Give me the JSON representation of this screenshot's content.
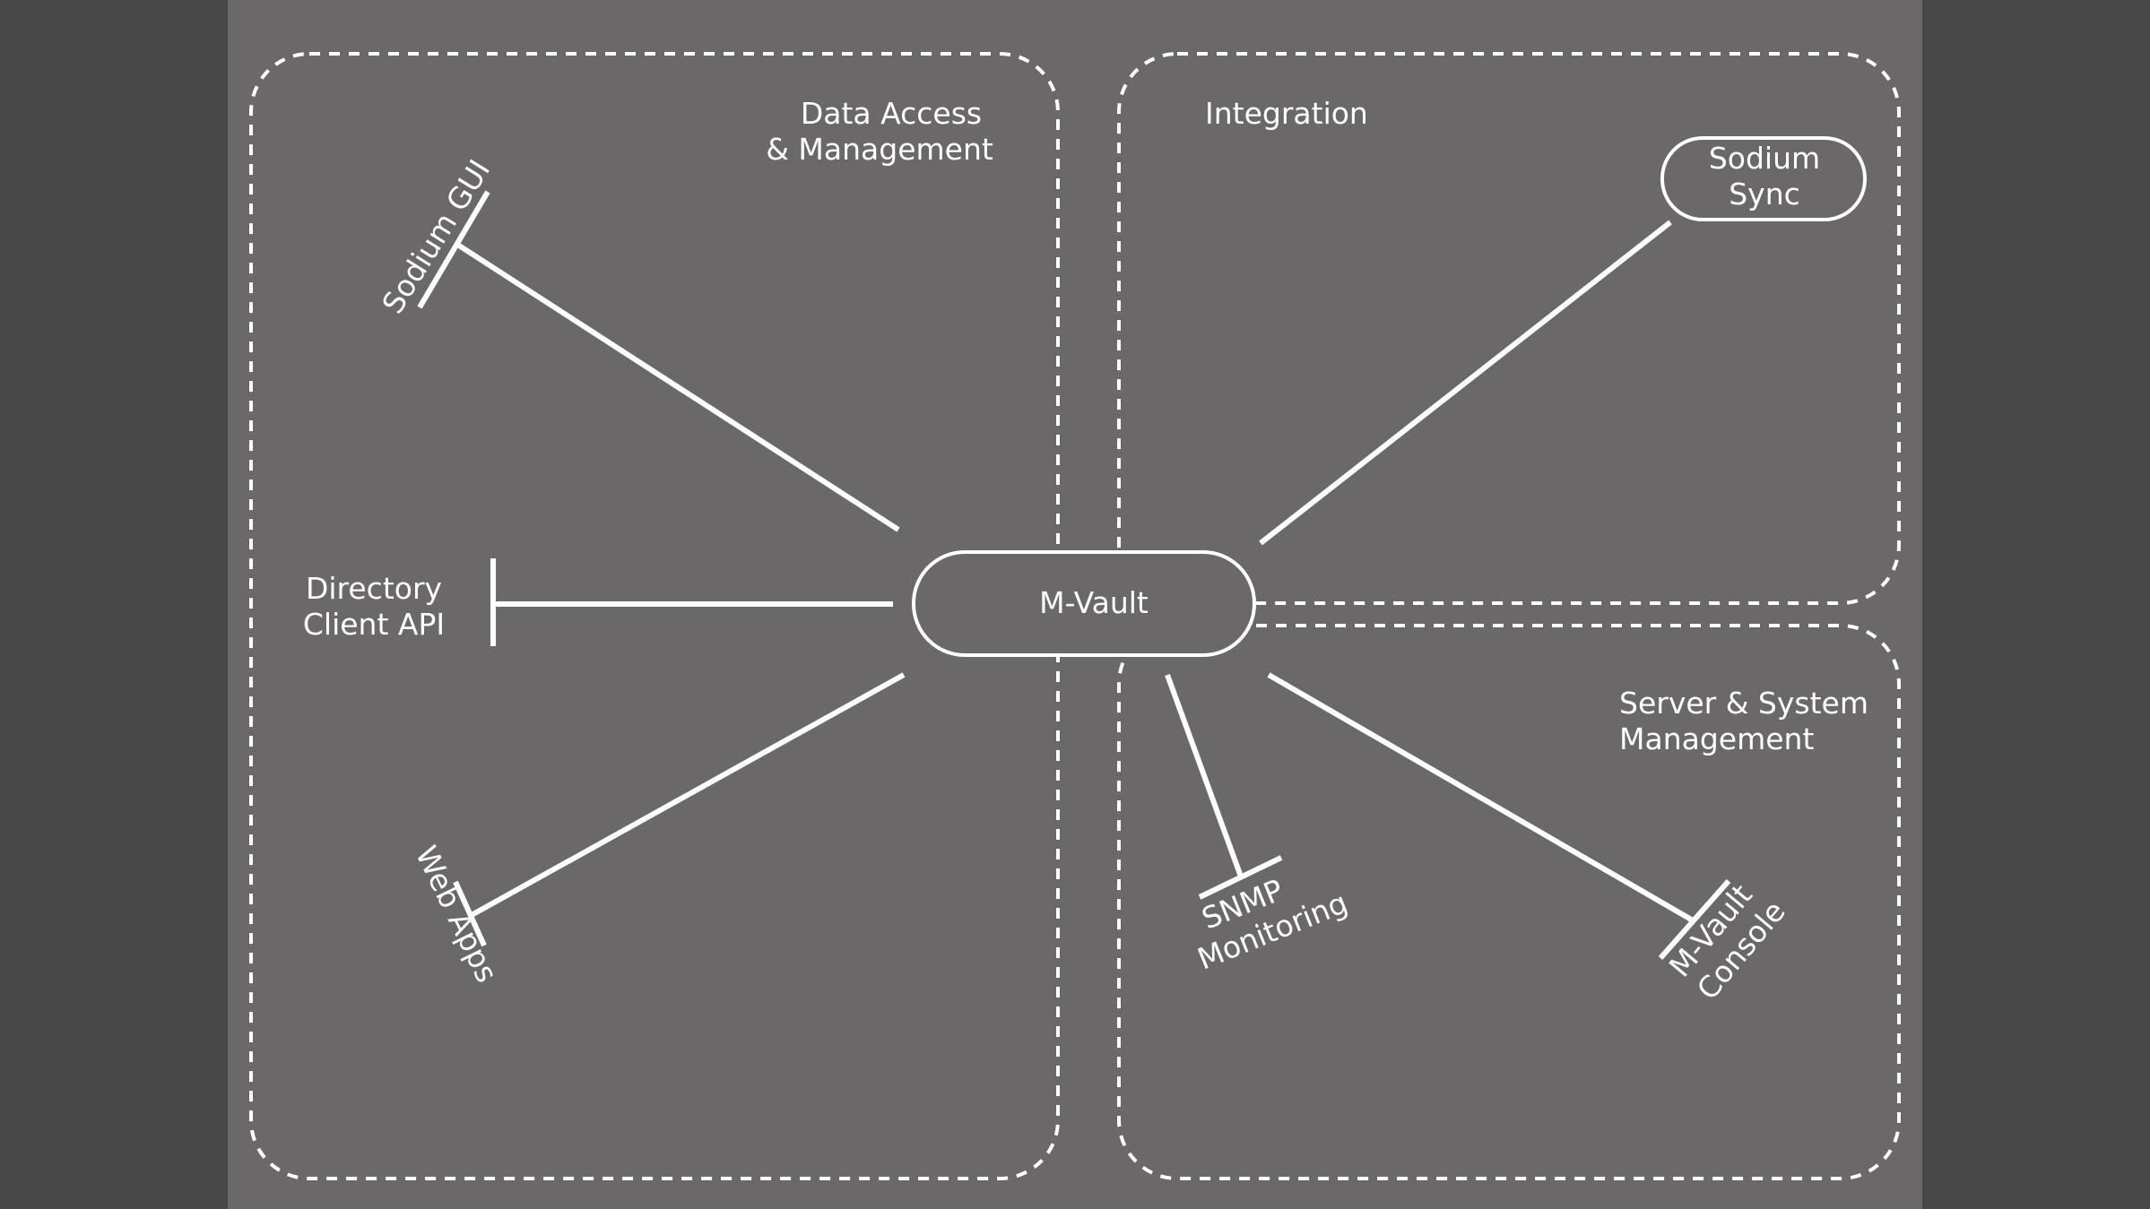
{
  "regions": {
    "data_access": {
      "line1": "Data Access",
      "line2": "& Management"
    },
    "integration": {
      "line1": "Integration"
    },
    "server_mgmt": {
      "line1": "Server & System",
      "line2": "Management"
    }
  },
  "hub": {
    "label": "M-Vault"
  },
  "endpoints": {
    "sodium_gui": {
      "line1": "Sodium GUI"
    },
    "directory_api": {
      "line1": "Directory",
      "line2": "Client API"
    },
    "web_apps": {
      "line1": "Web Apps"
    },
    "sodium_sync": {
      "line1": "Sodium",
      "line2": "Sync"
    },
    "snmp": {
      "line1": "SNMP",
      "line2": "Monitoring"
    },
    "console": {
      "line1": "M-Vault",
      "line2": "Console"
    }
  },
  "colors": {
    "page_bg": "#484848",
    "canvas_bg": "#6a6868",
    "stroke": "#ffffff"
  }
}
